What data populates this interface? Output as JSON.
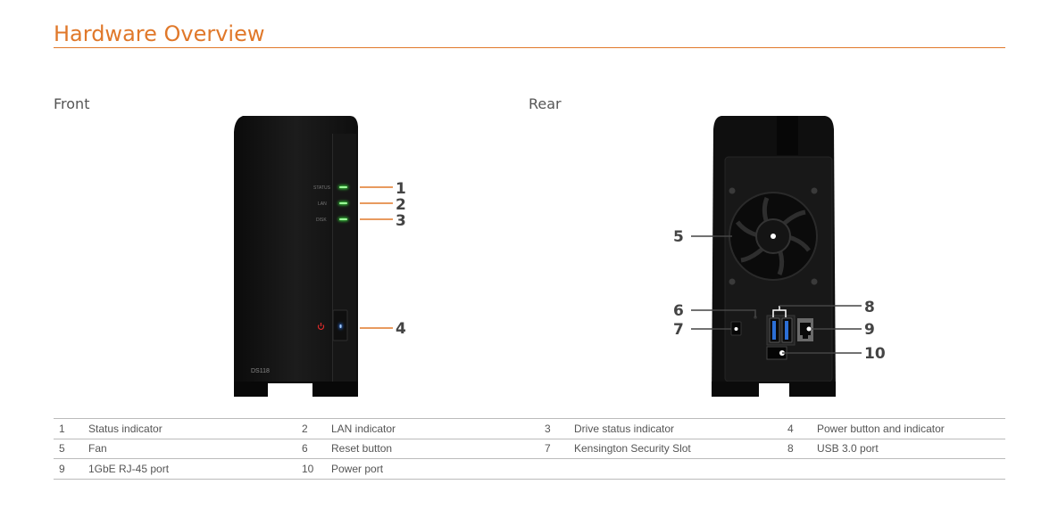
{
  "header": {
    "title": "Hardware Overview"
  },
  "sections": {
    "front": "Front",
    "rear": "Rear"
  },
  "front_panel": {
    "led_labels": [
      "STATUS",
      "LAN",
      "DISK"
    ],
    "model": "DS118"
  },
  "callouts": {
    "c1": "1",
    "c2": "2",
    "c3": "3",
    "c4": "4",
    "c5": "5",
    "c6": "6",
    "c7": "7",
    "c8": "8",
    "c9": "9",
    "c10": "10"
  },
  "parts": [
    [
      {
        "num": "1",
        "label": "Status indicator"
      },
      {
        "num": "2",
        "label": "LAN indicator"
      },
      {
        "num": "3",
        "label": "Drive status indicator"
      },
      {
        "num": "4",
        "label": "Power button and indicator"
      }
    ],
    [
      {
        "num": "5",
        "label": "Fan"
      },
      {
        "num": "6",
        "label": "Reset button"
      },
      {
        "num": "7",
        "label": "Kensington Security Slot"
      },
      {
        "num": "8",
        "label": "USB 3.0 port"
      }
    ],
    [
      {
        "num": "9",
        "label": "1GbE RJ-45 port"
      },
      {
        "num": "10",
        "label": "Power port"
      },
      {
        "num": "",
        "label": ""
      },
      {
        "num": "",
        "label": ""
      }
    ]
  ],
  "colors": {
    "accent": "#e0782a",
    "led_green": "#37d13a",
    "led_blue": "#2f7fff",
    "power_red": "#e02a2a",
    "usb_blue": "#2c6fd6"
  }
}
